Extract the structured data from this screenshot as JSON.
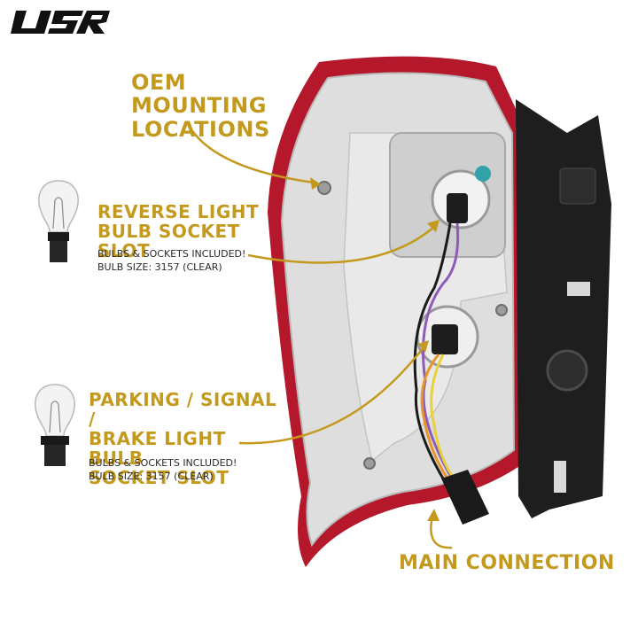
{
  "brand": {
    "logo_text": "USR"
  },
  "colors": {
    "accent_gold": "#c39a1e",
    "lens_red": "#b5182a",
    "housing_gray": "#d9d9d9",
    "bracket_black": "#1e1e1e"
  },
  "callouts": {
    "oem_mounting": {
      "title_line1": "OEM MOUNTING",
      "title_line2": "LOCATIONS"
    },
    "reverse": {
      "title_line1": "REVERSE LIGHT",
      "title_line2": "BULB SOCKET SLOT",
      "note_line1": "BULBS & SOCKETS INCLUDED!",
      "note_line2": "BULB SIZE: 3157 (CLEAR)"
    },
    "parking": {
      "title_line1": "PARKING / SIGNAL /",
      "title_line2": "BRAKE LIGHT BULB",
      "title_line3": "SOCKET SLOT",
      "note_line1": "BULBS & SOCKETS INCLUDED!",
      "note_line2": "BULB SIZE: 3157 (CLEAR)"
    },
    "main": {
      "title": "MAIN CONNECTION"
    }
  }
}
